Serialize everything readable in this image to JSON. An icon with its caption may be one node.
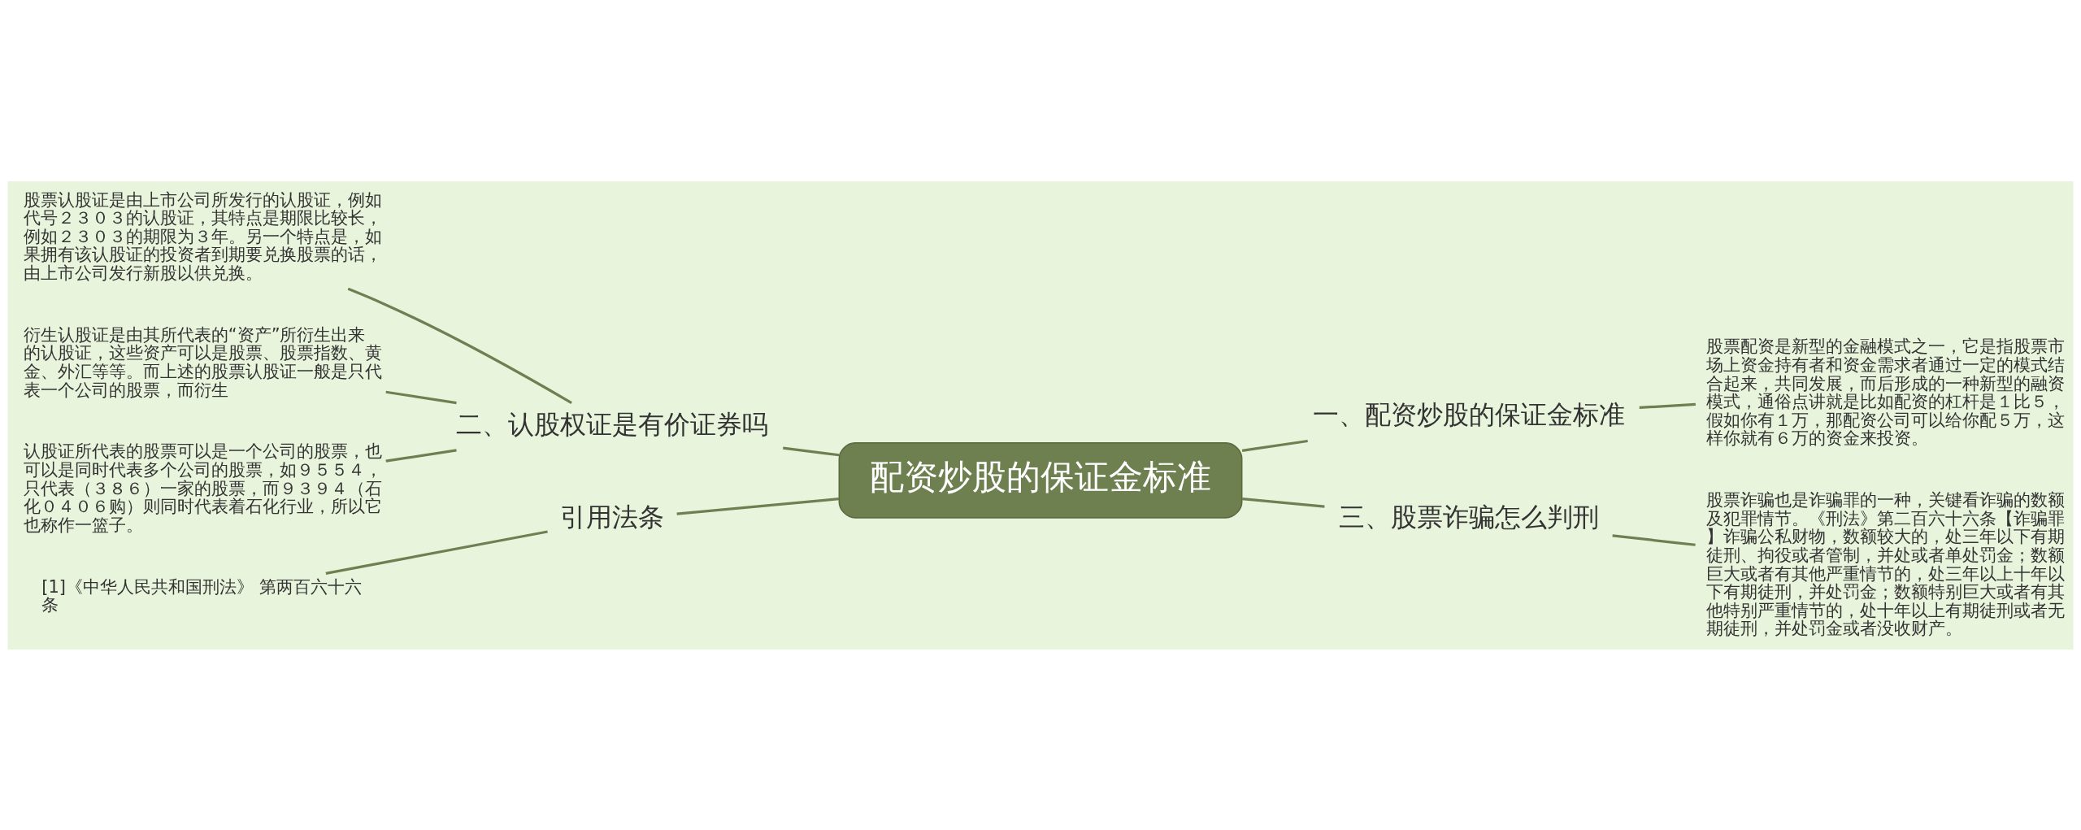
{
  "diagram": {
    "nodes": [
      {
        "text": [
          "配资炒股的保证金标准"
        ]
      },
      {
        "text": [
          "二、认股权证是有价证券吗"
        ]
      },
      {
        "text": [
          "股票认股证是由上市公司所发行的认股证，例如代号２３０３的认股证，其特点是期限比较长，例如２３０３的期限为３年。另一个特点是，如果拥有该认股证的投资者到期要兑换股票的话，由上市公司发行新股以供兑换。"
        ]
      },
      {
        "text": [
          "衍生认股证是由其所代表的“资产”所衍生出来的认股证，这些资产可以是股票、股票指数、黄金、外汇等等。而上述的股票认股证一般是只代表一个公司的股票，而衍生"
        ]
      },
      {
        "text": [
          "认股证所代表的股票可以是一个公司的股票，也可以是同时代表多个公司的股票，如９５５４，只代表（３８６）一家的股票，而９３９４（石化０４０６购）则同时代表着石化行业，所以它也称作一篮子。"
        ]
      },
      {
        "text": [
          "引用法条"
        ]
      },
      {
        "text": [
          "[1]《中华人民共和国刑法》 第两百六十六条"
        ]
      },
      {
        "text": [
          "一、配资炒股的保证金标准"
        ]
      },
      {
        "text": [
          "股票配资是新型的金融模式之一，它是指股票市场上资金持有者和资金需求者通过一定的模式结合起来，共同发展，而后形成的一种新型的融资模式，通俗点讲就是比如配资的杠杆是１比５，假如你有１万，那配资公司可以给你配５万，这样你就有６万的资金来投资。"
        ]
      },
      {
        "text": [
          "三、股票诈骗怎么判刑"
        ]
      },
      {
        "text": [
          "股票诈骗也是诈骗罪的一种，关键看诈骗的数额及犯罪情节。《刑法》第二百六十六条【诈骗罪】诈骗公私财物，数额较大的，处三年以下有期徒刑、拘役或者管制，并处或者单处罚金；数额巨大或者有其他严重情节的，处三年以上十年以下有期徒刑，并处罚金；数额特别巨大或者有其他特别严重情节的，处十年以上有期徒刑或者无期徒刑，并处罚金或者没收财产。"
        ]
      }
    ],
    "edges": [
      {
        "from": 1,
        "to": 0,
        "arrow": "none"
      },
      {
        "from": 2,
        "to": 1,
        "arrow": "none"
      },
      {
        "from": 3,
        "to": 1,
        "arrow": "none"
      },
      {
        "from": 4,
        "to": 1,
        "arrow": "none"
      },
      {
        "from": 5,
        "to": 0,
        "arrow": "none"
      },
      {
        "from": 6,
        "to": 5,
        "arrow": "none"
      },
      {
        "from": 0,
        "to": 7,
        "arrow": "none"
      },
      {
        "from": 7,
        "to": 8,
        "arrow": "none"
      },
      {
        "from": 0,
        "to": 9,
        "arrow": "none"
      },
      {
        "from": 9,
        "to": 10,
        "arrow": "none"
      }
    ]
  }
}
